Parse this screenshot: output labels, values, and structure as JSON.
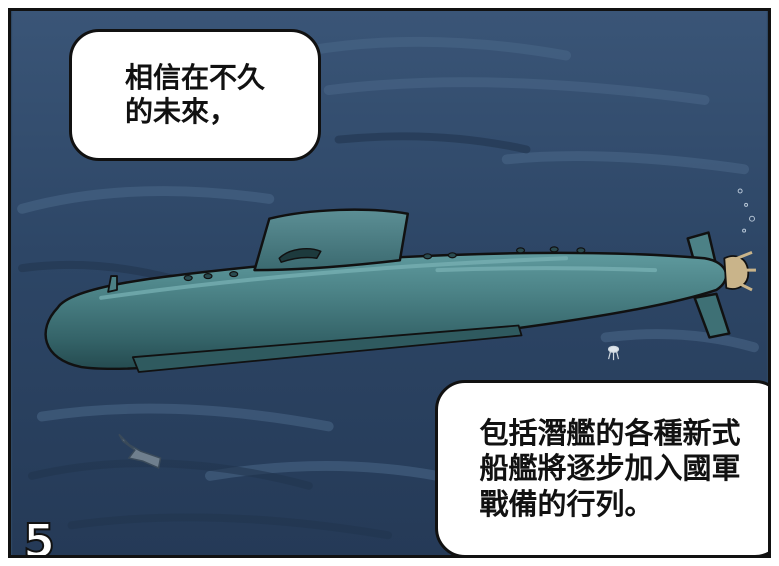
{
  "speech_top": {
    "lines": [
      "相信在不久",
      "的未來，"
    ]
  },
  "speech_bottom": {
    "lines": [
      "包括潛艦的各種新式",
      "船艦將逐步加入國軍",
      "戰備的行列。"
    ]
  },
  "page_number": "5",
  "colors": {
    "water_dark": "#243a55",
    "water_mid": "#34506e",
    "hull": "#3f7478",
    "hull_highlight": "#6aa3a6",
    "outline": "#111111",
    "bubble": "#ffffff"
  }
}
